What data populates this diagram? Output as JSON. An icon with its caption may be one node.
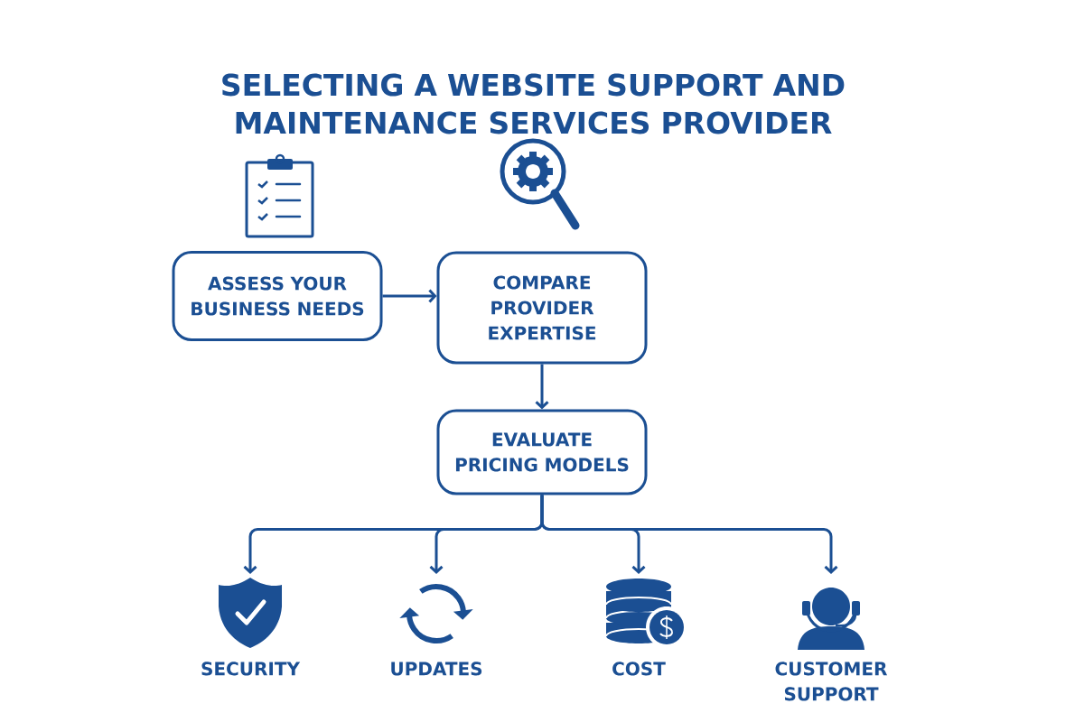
{
  "diagram": {
    "title": "SELECTING A WEBSITE SUPPORT AND MAINTENANCE SERVICES PROVIDER",
    "nodes": [
      {
        "text": [
          "ASSESS YOUR BUSINESS NEEDS"
        ]
      },
      {
        "text": [
          "COMPARE PROVIDER EXPERTISE"
        ]
      },
      {
        "text": [
          "EVALUATE PRICING MODELS"
        ]
      },
      {
        "text": [
          "SECURITY"
        ]
      },
      {
        "text": [
          "UPDATES"
        ]
      },
      {
        "text": [
          "COST"
        ]
      },
      {
        "text": [
          "CUSTOMER SUPPORT"
        ]
      }
    ],
    "edges": [
      {
        "from": 0,
        "to": 1,
        "arrow": "to"
      },
      {
        "from": 1,
        "to": 2,
        "arrow": "to"
      },
      {
        "from": 2,
        "to": 3,
        "arrow": "to"
      },
      {
        "from": 2,
        "to": 4,
        "arrow": "to"
      },
      {
        "from": 2,
        "to": 5,
        "arrow": "to"
      },
      {
        "from": 2,
        "to": 6,
        "arrow": "to"
      }
    ]
  }
}
